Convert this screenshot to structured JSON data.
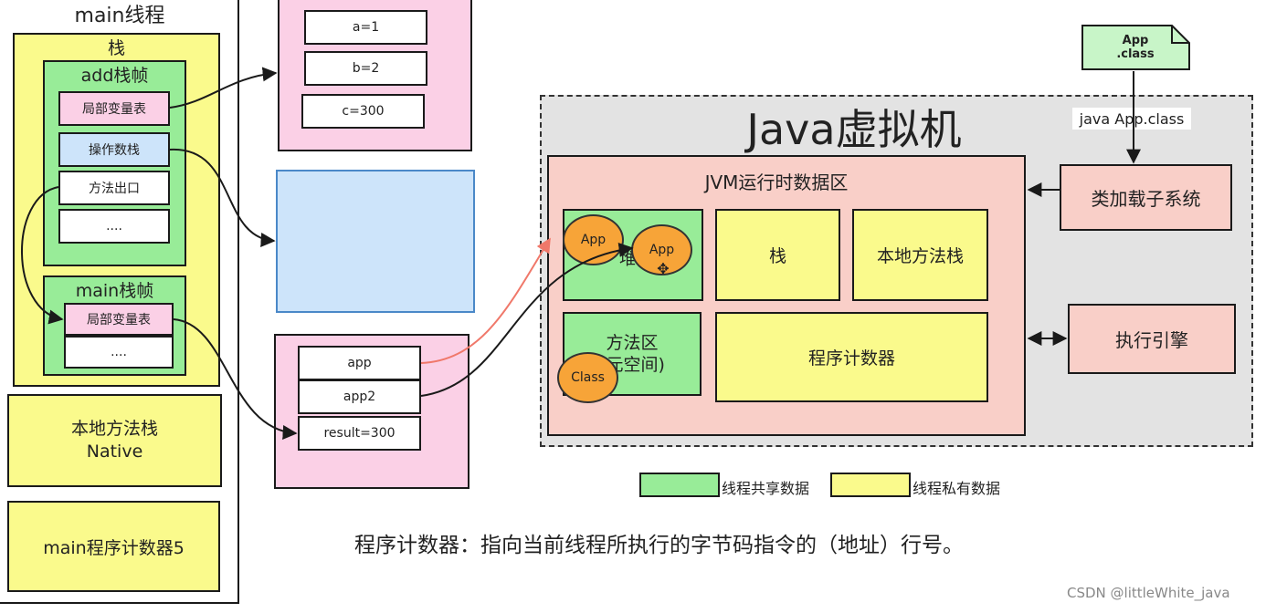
{
  "thread": {
    "title": "main线程",
    "stack_label": "栈",
    "add_frame": {
      "title": "add栈帧",
      "items": [
        "局部变量表",
        "操作数栈",
        "方法出口",
        "...."
      ]
    },
    "main_frame": {
      "title": "main栈帧",
      "items": [
        "局部变量表",
        "...."
      ]
    },
    "native_stack": [
      "本地方法栈",
      "Native"
    ],
    "pc_counter": "main程序计数器5"
  },
  "heap_vars": [
    "a=1",
    "b=2",
    "c=300"
  ],
  "main_vars": [
    "app",
    "app2",
    "result=300"
  ],
  "class_file": [
    "App",
    ".class"
  ],
  "command": "java App.class",
  "jvm": {
    "title": "Java虚拟机",
    "runtime_area_title": "JVM运行时数据区",
    "heap_partial_label": "堆",
    "stack": "栈",
    "native_stack": "本地方法栈",
    "method_area": [
      "方法区",
      "(元空间)"
    ],
    "pc_counter": "程序计数器",
    "class_loader": "类加载子系统",
    "exec_engine": "执行引擎",
    "objects": [
      "App",
      "App",
      "Class"
    ]
  },
  "legend": {
    "shared": "线程共享数据",
    "private": "线程私有数据"
  },
  "caption": "程序计数器：指向当前线程所执行的字节码指令的（地址）行号。",
  "watermark": "CSDN @littleWhite_java",
  "colors": {
    "shared": "#98ec98",
    "private": "#fafa8c",
    "object": "#f7a438",
    "jvm_area": "#f9cfc8",
    "red_arrow": "#f0786a"
  }
}
